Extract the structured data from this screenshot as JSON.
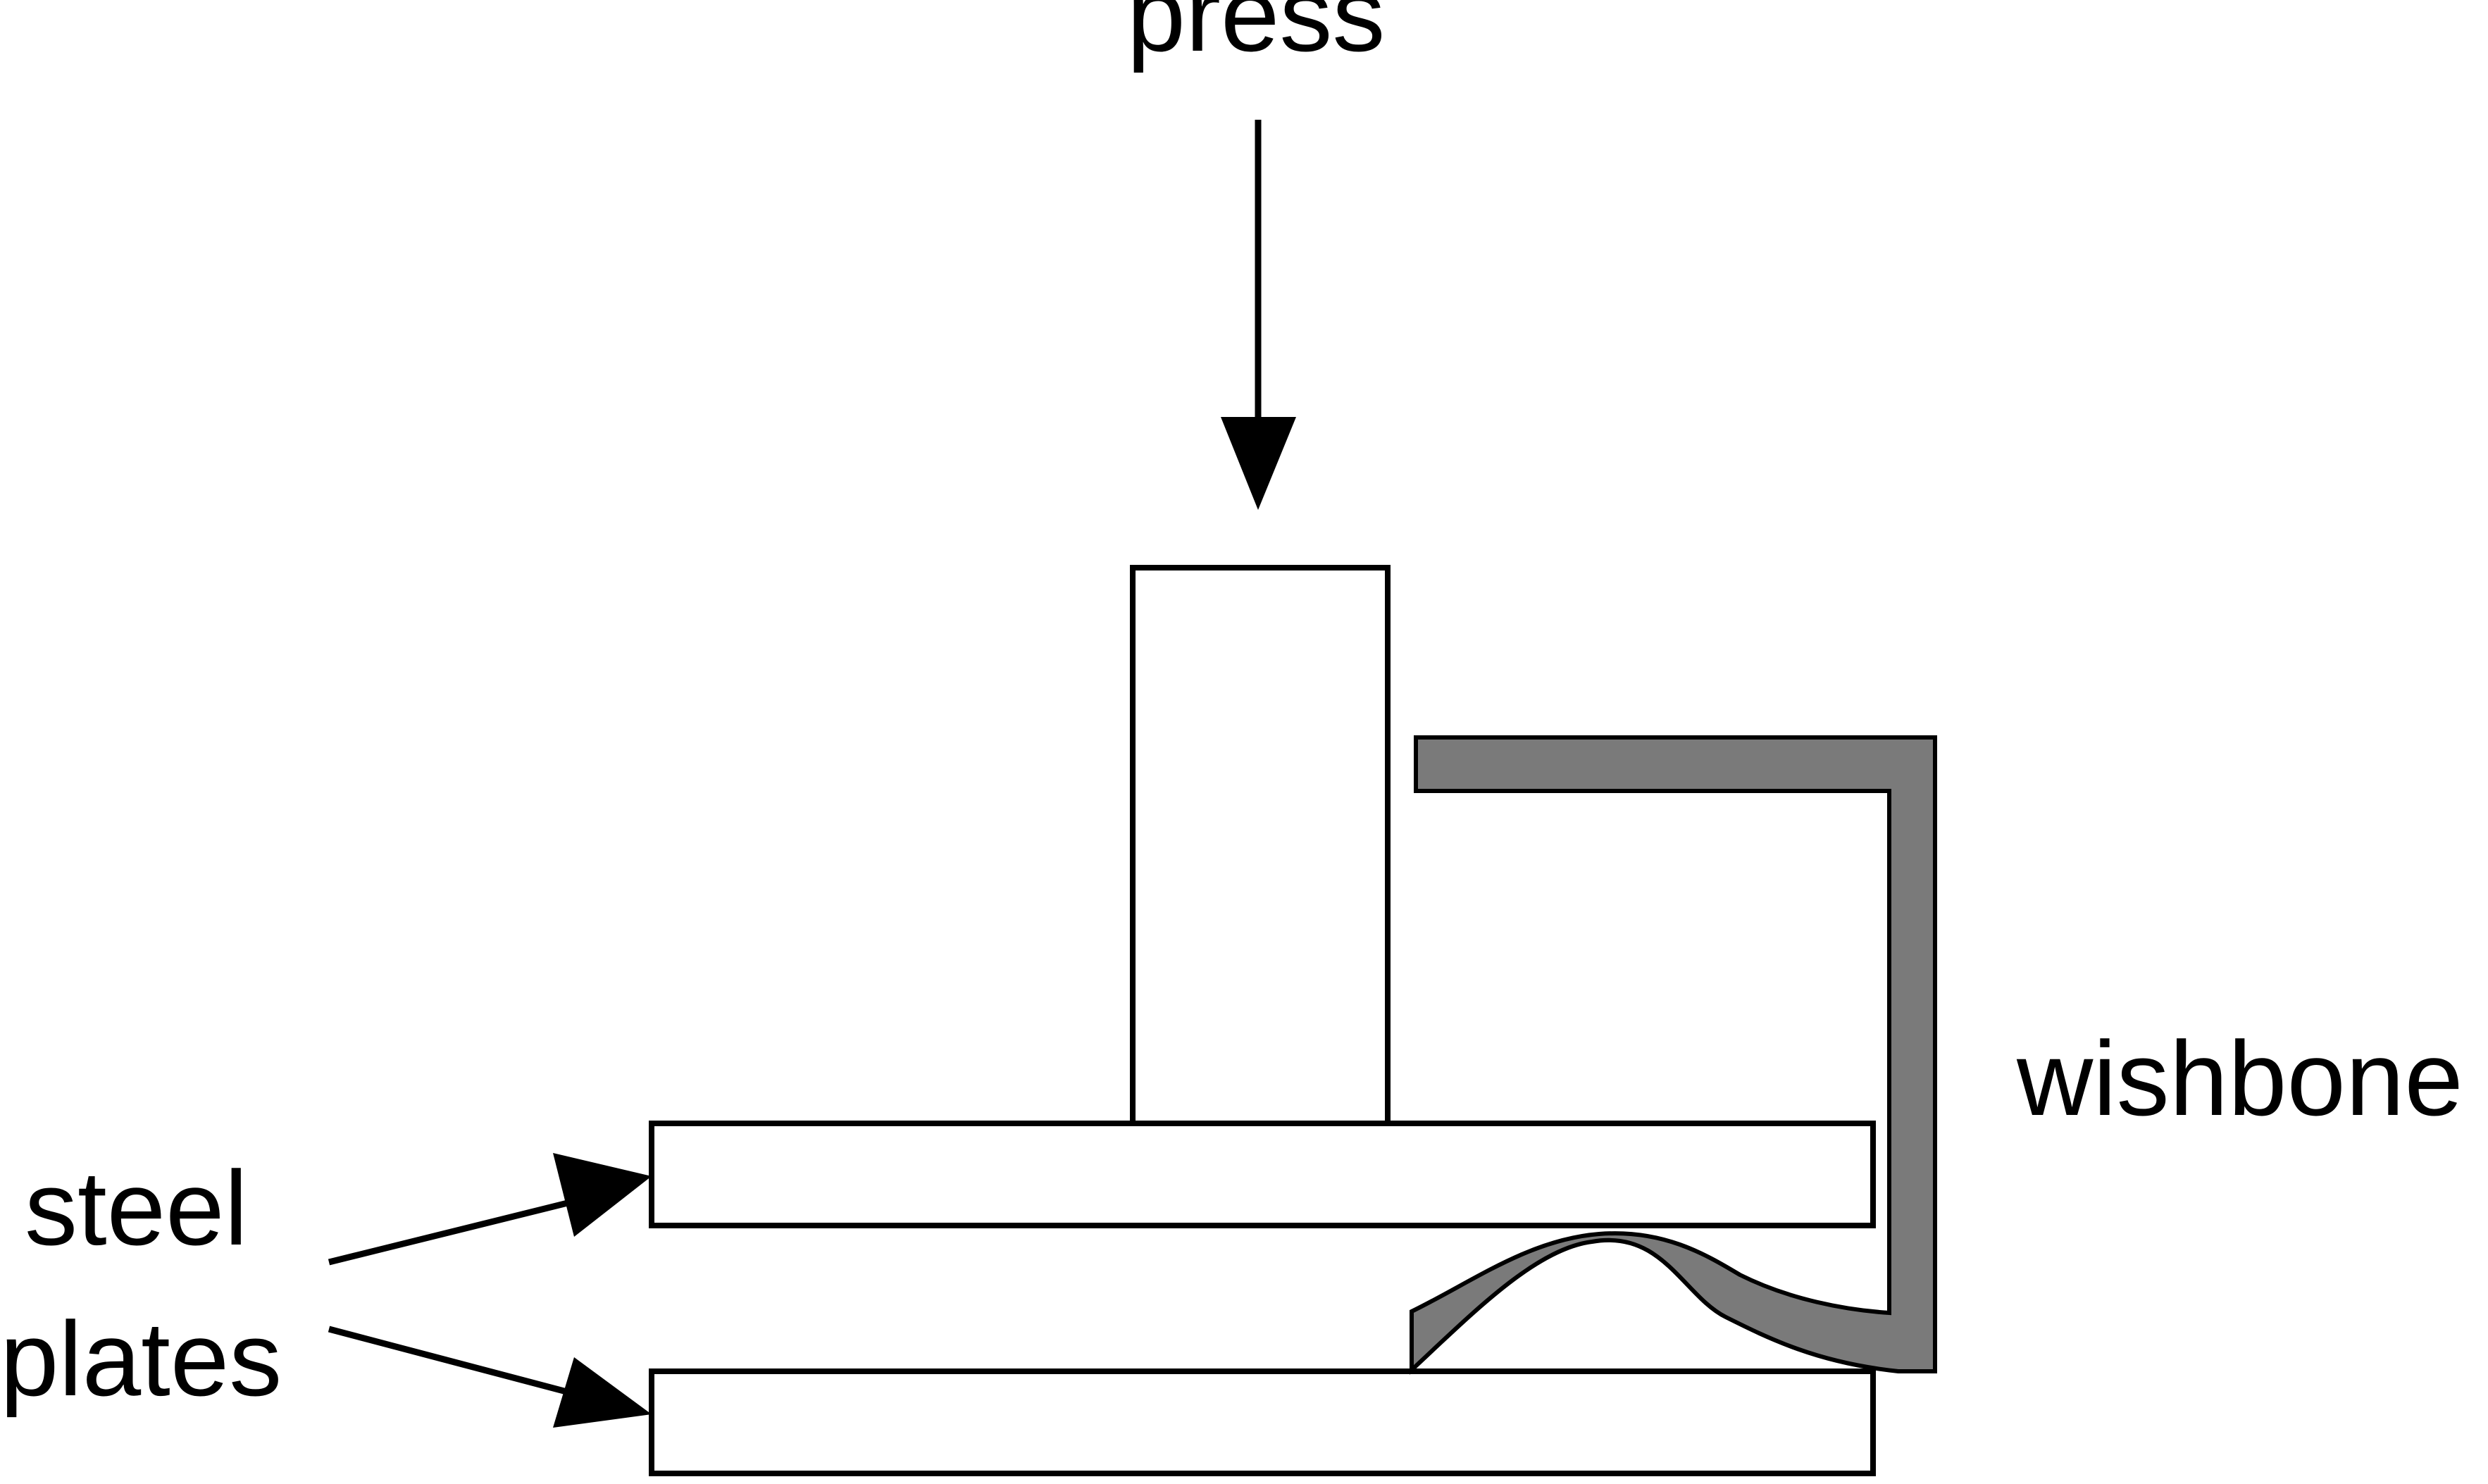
{
  "labels": {
    "press": "press",
    "wishbone": "wishbone",
    "steel": "steel",
    "plates": "plates"
  },
  "colors": {
    "background": "#ffffff",
    "outline": "#000000",
    "wishbone_fill": "#7a7a7a"
  }
}
